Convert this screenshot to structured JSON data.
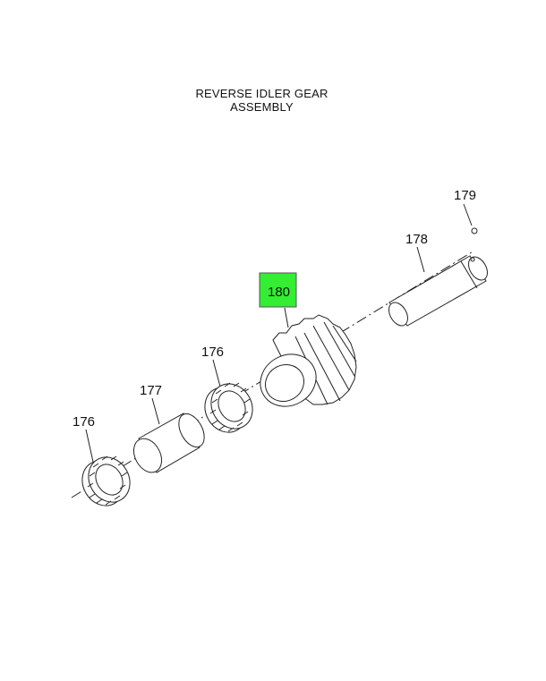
{
  "diagram": {
    "title_line1": "REVERSE IDLER GEAR",
    "title_line2": "ASSEMBLY",
    "highlight_color": "#33ee33",
    "callouts": {
      "bearing_left": "176",
      "spacer": "177",
      "bearing_right": "176",
      "gear": "180",
      "shaft": "178",
      "plug": "179"
    }
  }
}
